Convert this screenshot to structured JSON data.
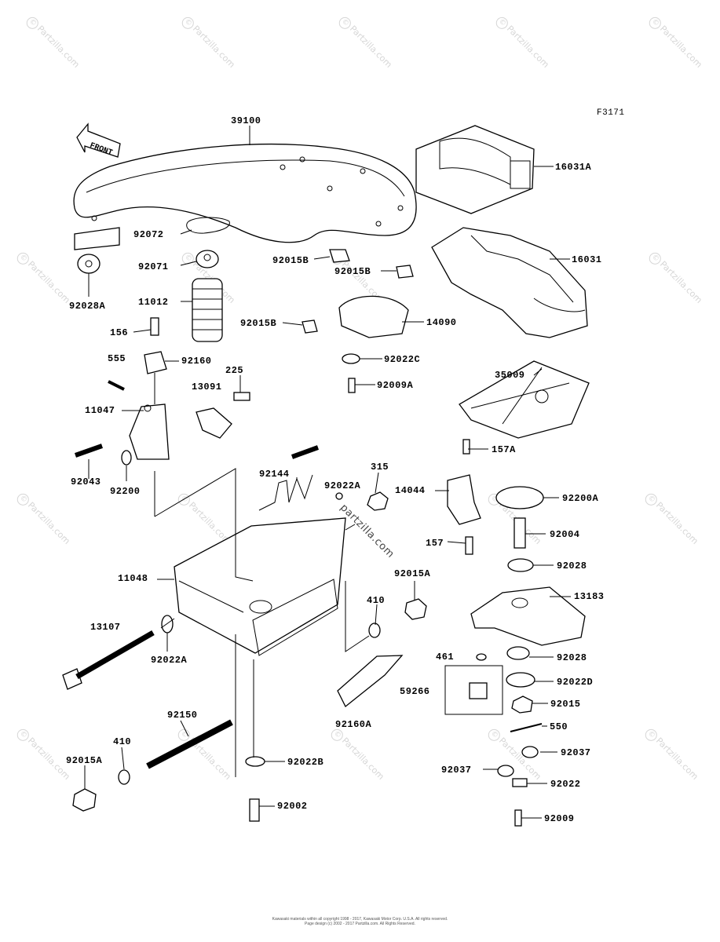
{
  "figure_code": "F3171",
  "front_marker": "FRONT",
  "watermark": "Partzilla.com",
  "center_watermark": "partzilla.com",
  "copyright_line1": "Kawasaki materials within all copyright 1998 - 2017, Kawasaki Motor Corp. U.S.A. All rights reserved.",
  "copyright_line2": "Page design (c) 2002 - 2017 Partzilla.com. All Rights Reserved.",
  "parts": {
    "p39100": "39100",
    "p16031A": "16031A",
    "p16031": "16031",
    "p92072": "92072",
    "p92071": "92071",
    "p92028A": "92028A",
    "p11012": "11012",
    "p156": "156",
    "p92015B_1": "92015B",
    "p92015B_2": "92015B",
    "p92015B_3": "92015B",
    "p14090": "14090",
    "p92022C": "92022C",
    "p92009A": "92009A",
    "p35009": "35009",
    "p555": "555",
    "p92160": "92160",
    "p225": "225",
    "p13091": "13091",
    "p11047": "11047",
    "p157A": "157A",
    "p92043": "92043",
    "p92200": "92200",
    "p92144": "92144",
    "p92022A_1": "92022A",
    "p315": "315",
    "p14044": "14044",
    "p92200A": "92200A",
    "p157": "157",
    "p92004": "92004",
    "p92028_1": "92028",
    "p11048": "11048",
    "p92015A_1": "92015A",
    "p13183": "13183",
    "p410_1": "410",
    "p13107": "13107",
    "p92022A_2": "92022A",
    "p461": "461",
    "p92028_2": "92028",
    "p92022D": "92022D",
    "p59266": "59266",
    "p92015": "92015",
    "p92160A": "92160A",
    "p550": "550",
    "p92150": "92150",
    "p92037_1": "92037",
    "p410_2": "410",
    "p92015A_2": "92015A",
    "p92022B": "92022B",
    "p92037_2": "92037",
    "p92022": "92022",
    "p92002": "92002",
    "p92009": "92009"
  },
  "colors": {
    "ink": "#000000",
    "watermark": "#d6d6d6",
    "paper": "#ffffff"
  }
}
